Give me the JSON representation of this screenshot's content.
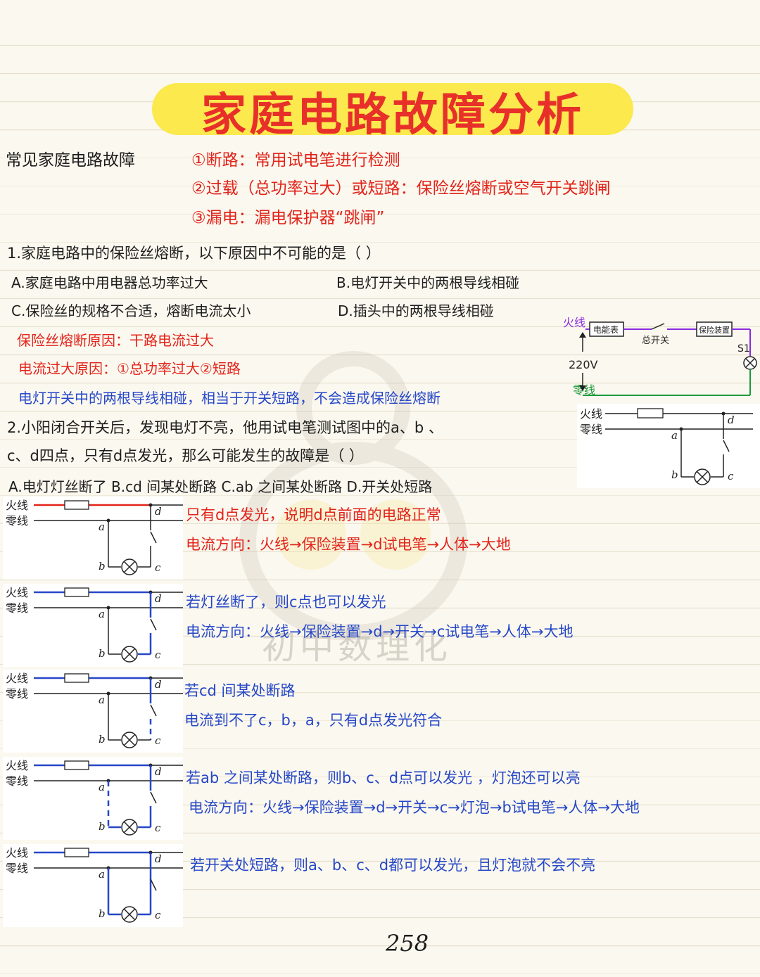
{
  "title": "家庭电路故障分析",
  "faults": {
    "heading": "常见家庭电路故障",
    "items": [
      {
        "num": "①",
        "name": "断路",
        "colon": "：",
        "desc": "常用试电笔进行检测"
      },
      {
        "num": "②",
        "name": "过载",
        "mid": "（总功率过大）或",
        "name2": "短路",
        "colon": "：",
        "desc": "保险丝熔断或空气开关跳闸"
      },
      {
        "num": "③",
        "name": "漏电",
        "colon": "：",
        "desc": "漏电保护器“跳闸”"
      }
    ]
  },
  "q1": {
    "stem": "1.家庭电路中的保险丝熔断，以下原因中不可能的是（    ）",
    "options": {
      "A": "A.家庭电路中用电器总功率过大",
      "B": "B.电灯开关中的两根导线相碰",
      "C": "C.保险丝的规格不合适，熔断电流太小",
      "D": "D.插头中的两根导线相碰"
    },
    "notes": [
      "保险丝熔断原因：干路电流过大",
      "电流过大原因：①总功率过大②短路",
      "电灯开关中的两根导线相碰，相当于开关短路，不会造成保险丝熔断"
    ]
  },
  "q2": {
    "stem_line1": "2.小阳闭合开关后，发现电灯不亮，他用试电笔测试图中的a、b 、",
    "stem_line2": "c、d四点，只有d点发光，那么可能发生的故障是（    ）",
    "options": "A.电灯灯丝断了    B.cd 间某处断路    C.ab 之间某处断路    D.开关处短路"
  },
  "diagram_top": {
    "huoxian": "火线",
    "lingxian": "零线",
    "meter": "电能表",
    "switch": "总开关",
    "fuse": "保险装置",
    "voltage": "220V",
    "s1": "S1"
  },
  "circuit_labels": {
    "huoxian": "火线",
    "lingxian": "零线",
    "a": "a",
    "b": "b",
    "c": "c",
    "d": "d"
  },
  "analysis": [
    {
      "line1": "只有d点发光，说明d点前面的电路正常",
      "line2": "电流方向：火线→保险装置→d试电笔→人体→大地",
      "color": "#e2231a"
    },
    {
      "line1": "若灯丝断了，则c点也可以发光",
      "line2": "电流方向：火线→保险装置→d→开关→c试电笔→人体→大地",
      "color": "#2647c8"
    },
    {
      "line1": "若cd 间某处断路",
      "line2": "电流到不了c，b，a，只有d点发光符合",
      "color": "#2647c8"
    },
    {
      "line1": "若ab 之间某处断路，则b、c、d点可以发光 ，灯泡还可以亮",
      "line2": "电流方向：火线→保险装置→d→开关→c→灯泡→b试电笔→人体→大地",
      "color": "#2647c8"
    },
    {
      "line1": "若开关处短路，则a、b、c、d都可以发光，且灯泡就不会不亮",
      "line2": "",
      "color": "#2647c8"
    }
  ],
  "watermark": "初中数理化",
  "page_number": "258"
}
